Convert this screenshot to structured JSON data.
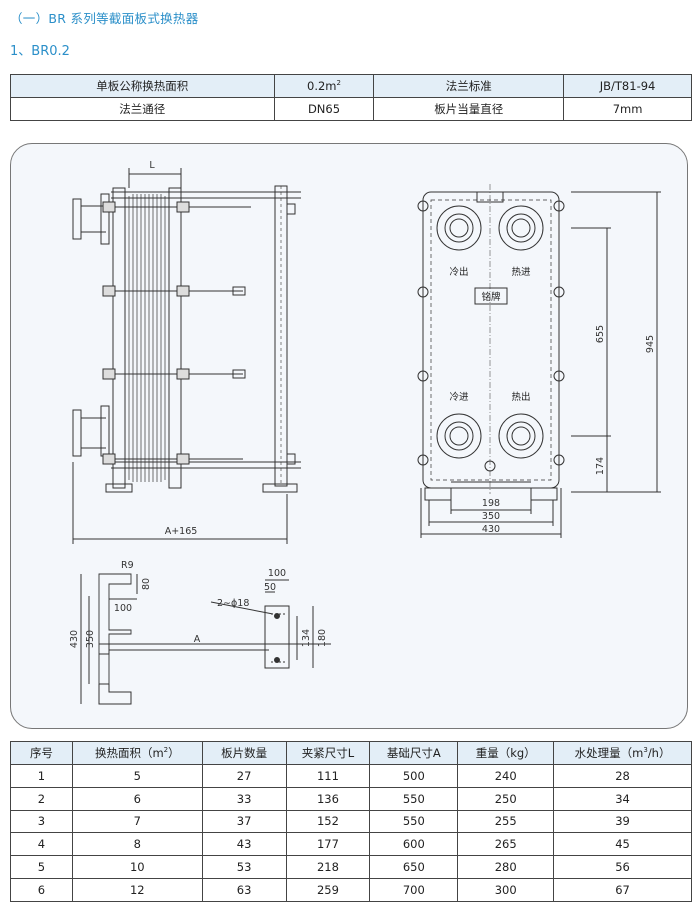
{
  "heading": "（一）BR 系列等截面板式换热器",
  "subheading": "1、BR0.2",
  "spec_table": {
    "row1": {
      "label1": "单板公称换热面积",
      "value1": "0.2m",
      "value1_sup": "2",
      "label2": "法兰标准",
      "value2": "JB/T81-94"
    },
    "row2": {
      "label1": "法兰通径",
      "value1": "DN65",
      "label2": "板片当量直径",
      "value2": "7mm"
    }
  },
  "drawing": {
    "label_L": "L",
    "label_A165": "A+165",
    "front_labels": {
      "cold_out": "冷出",
      "hot_in": "热进",
      "nameplate": "铭牌",
      "cold_in": "冷进",
      "hot_out": "热出"
    },
    "dims_front": {
      "d198": "198",
      "d350": "350",
      "d430": "430",
      "d655": "655",
      "d945": "945",
      "d174": "174"
    },
    "foundation": {
      "r9": "R9",
      "d80": "80",
      "d100": "100",
      "d430": "430",
      "d350": "350",
      "dA": "A",
      "hole": "2∼ϕ18",
      "t100": "100",
      "t50": "50",
      "d134": "134",
      "d180": "180"
    }
  },
  "data_table": {
    "headers": {
      "no": "序号",
      "area": "换热面积（m",
      "area_sup": "2",
      "area_end": "）",
      "plates": "板片数量",
      "clamp": "夹紧尺寸L",
      "base": "基础尺寸A",
      "weight": "重量（kg）",
      "flow": "水处理量（m",
      "flow_sup": "3",
      "flow_end": "/h）"
    },
    "rows": [
      [
        "1",
        "5",
        "27",
        "111",
        "500",
        "240",
        "28"
      ],
      [
        "2",
        "6",
        "33",
        "136",
        "550",
        "250",
        "34"
      ],
      [
        "3",
        "7",
        "37",
        "152",
        "550",
        "255",
        "39"
      ],
      [
        "4",
        "8",
        "43",
        "177",
        "600",
        "265",
        "45"
      ],
      [
        "5",
        "10",
        "53",
        "218",
        "650",
        "280",
        "56"
      ],
      [
        "6",
        "12",
        "63",
        "259",
        "700",
        "300",
        "67"
      ]
    ]
  },
  "colors": {
    "heading": "#2b8fc9",
    "table_header_bg": "#e3eef7",
    "drawing_bg": "#f4f7fb"
  }
}
